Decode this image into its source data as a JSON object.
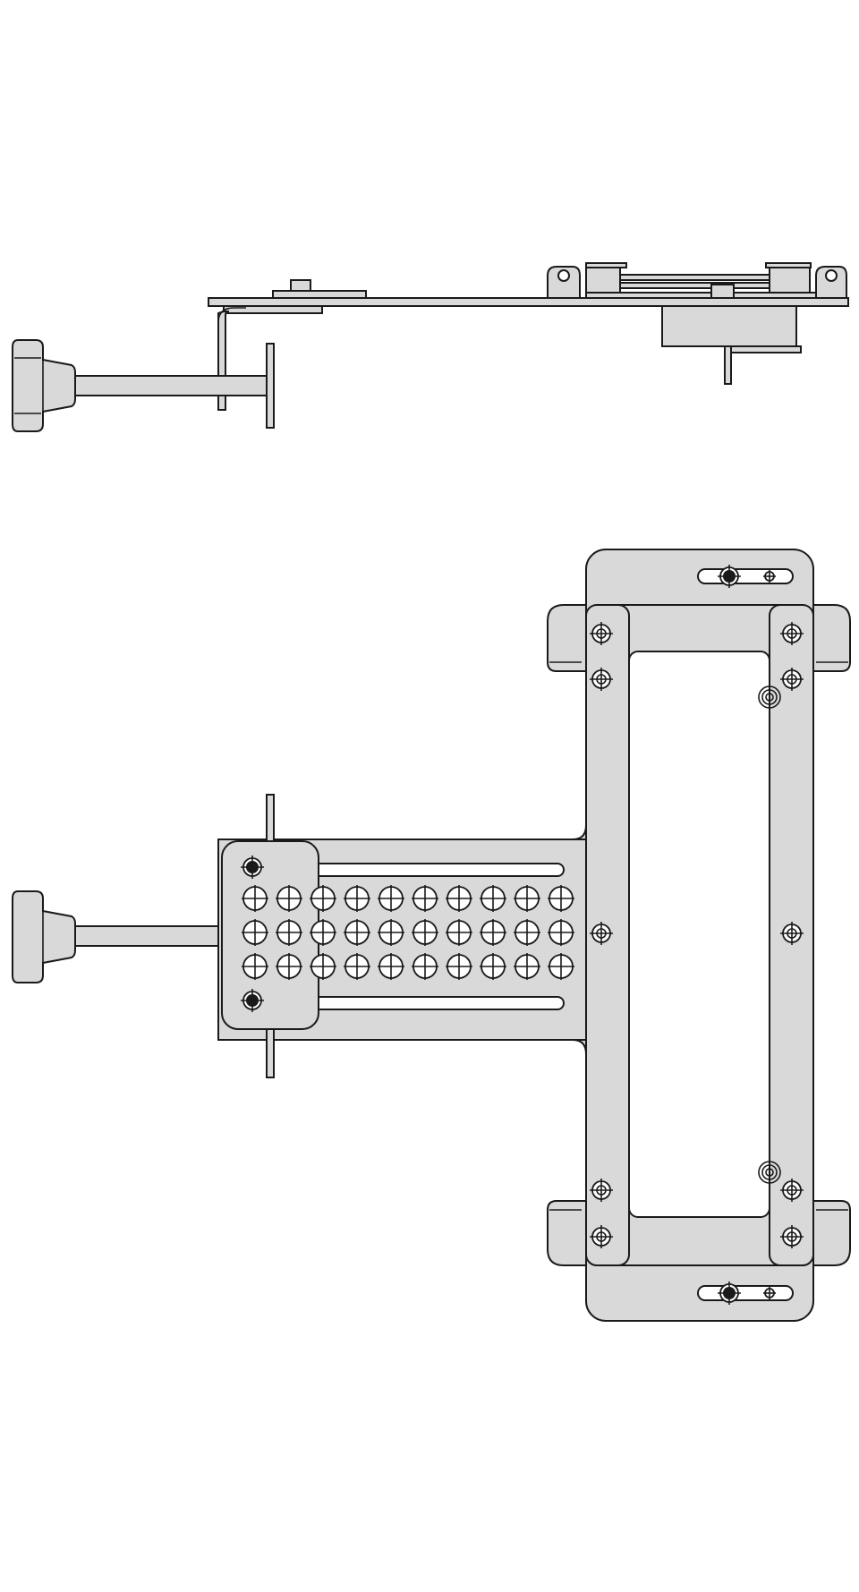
{
  "drawing": {
    "views": [
      {
        "id": "side-view"
      },
      {
        "id": "top-view"
      }
    ],
    "perforated_plate": {
      "rows": 3,
      "cols": 10
    },
    "colors": {
      "part_fill": "#d9d9d9",
      "outline": "#1a1a1a",
      "background": "#ffffff"
    }
  }
}
